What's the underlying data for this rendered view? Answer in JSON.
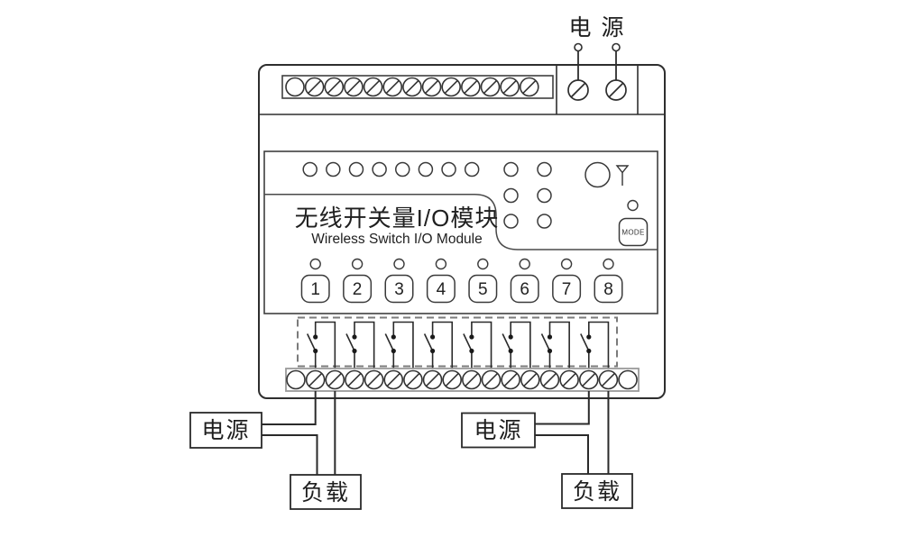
{
  "top_power": {
    "label": "电 源"
  },
  "device": {
    "panel": {
      "title_cn": "无线开关量I/O模块",
      "title_en": "Wireless Switch I/O Module",
      "mode_label": "MODE",
      "channels": [
        "1",
        "2",
        "3",
        "4",
        "5",
        "6",
        "7",
        "8"
      ]
    },
    "terminals": {
      "top_count": 13,
      "bottom_count": 18,
      "power_count": 2
    },
    "relay_contacts": 8
  },
  "wiring": {
    "left": {
      "power": "电源",
      "load": "负载"
    },
    "right": {
      "power": "电源",
      "load": "负载"
    }
  },
  "colors": {
    "line": "#2e2e2e",
    "panel_line": "#4a4a4a",
    "strip_gray": "#9a9a9a",
    "dash_gray": "#7b7b7b",
    "background": "#ffffff"
  }
}
